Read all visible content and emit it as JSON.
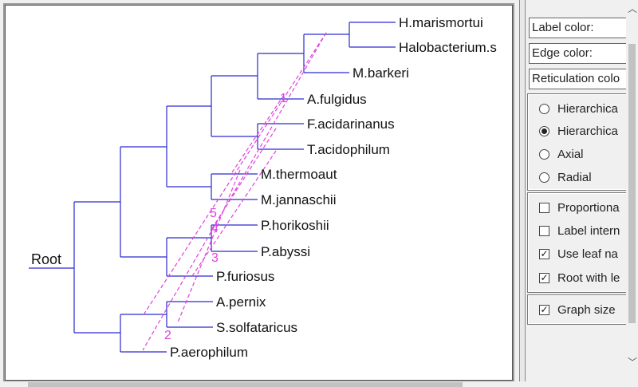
{
  "tree": {
    "root_label": "Root",
    "leaves": [
      "H.marismortui",
      "Halobacterium.s",
      "M.barkeri",
      "A.fulgidus",
      "F.acidarinanus",
      "T.acidophilum",
      "M.thermoaut",
      "M.jannaschii",
      "P.horikoshii",
      "P.abyssi",
      "P.furiosus",
      "A.pernix",
      "S.solfataricus",
      "P.aerophilum"
    ],
    "reticulation_numbers": [
      "1",
      "2",
      "3",
      "4",
      "5"
    ],
    "colors": {
      "edge": "#2a2ad0",
      "reticulation": "#e040e0",
      "text": "#111111"
    }
  },
  "settings": {
    "label_color": "Label color:",
    "edge_color": "Edge color:",
    "reticulation_color": "Reticulation colo",
    "layout_options": [
      {
        "label": "Hierarchica",
        "selected": false
      },
      {
        "label": "Hierarchica",
        "selected": true
      },
      {
        "label": "Axial",
        "selected": false
      },
      {
        "label": "Radial",
        "selected": false
      }
    ],
    "checkboxes": [
      {
        "label": "Proportiona",
        "checked": false
      },
      {
        "label": "Label intern",
        "checked": false
      },
      {
        "label": "Use leaf na",
        "checked": true
      },
      {
        "label": "Root with le",
        "checked": true
      }
    ],
    "graph_size": {
      "label": "Graph size",
      "checked": true
    }
  }
}
